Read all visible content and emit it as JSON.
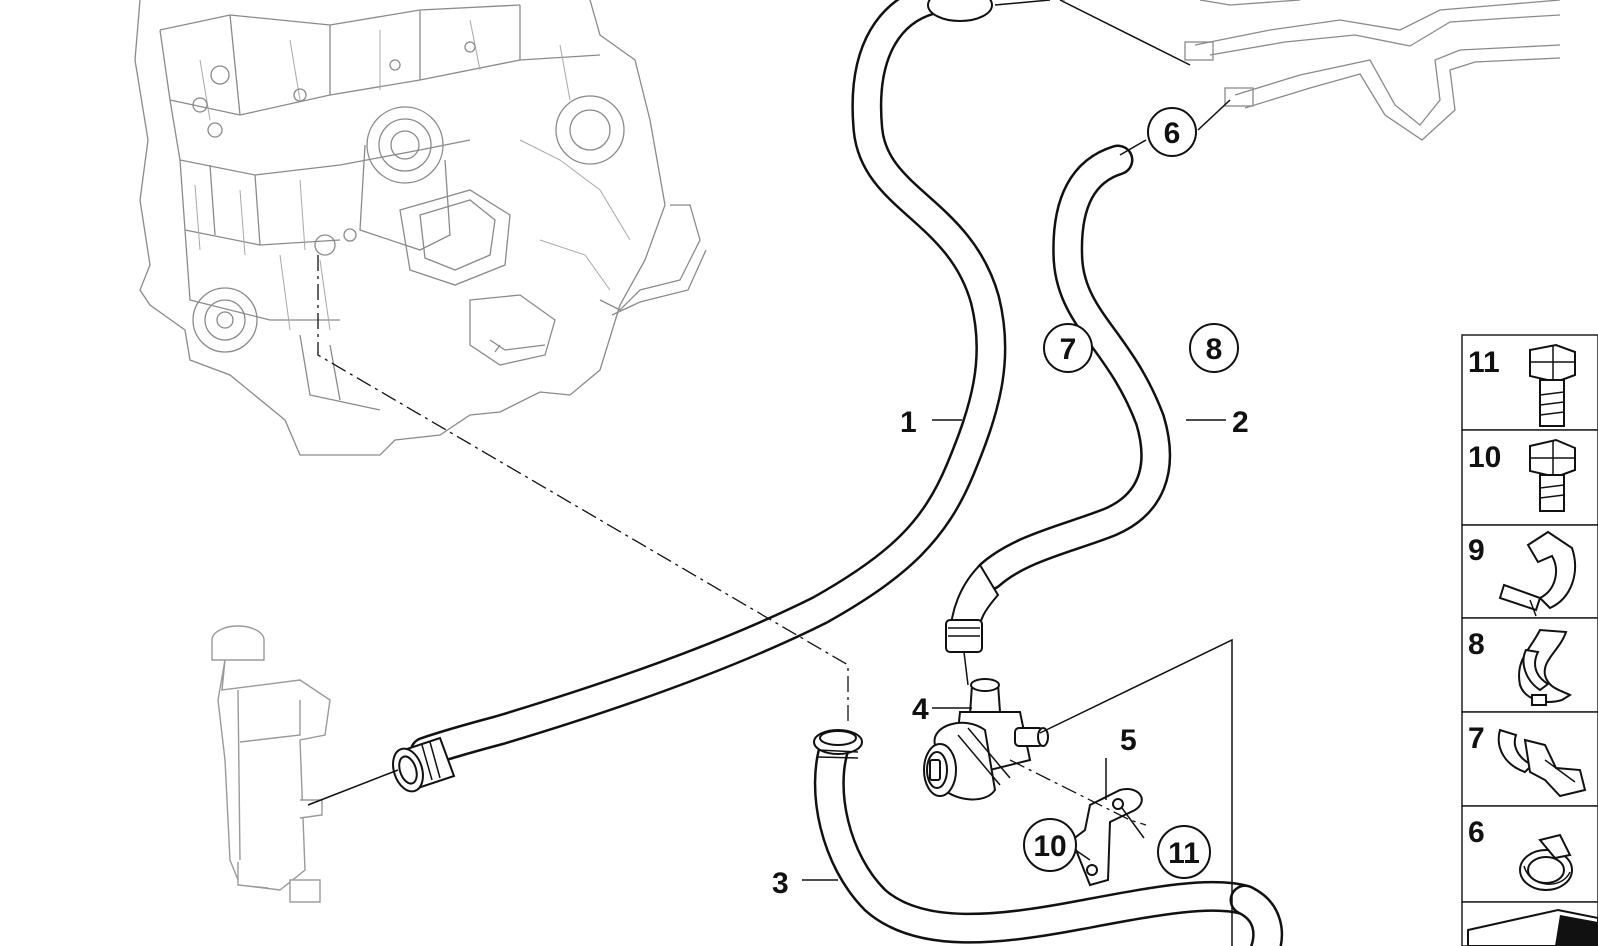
{
  "diagram": {
    "callouts": [
      "1",
      "2",
      "3",
      "4",
      "5"
    ],
    "circled": [
      "6",
      "7",
      "8",
      "10",
      "11"
    ],
    "legend": [
      "11",
      "10",
      "9",
      "8",
      "7",
      "6"
    ]
  }
}
